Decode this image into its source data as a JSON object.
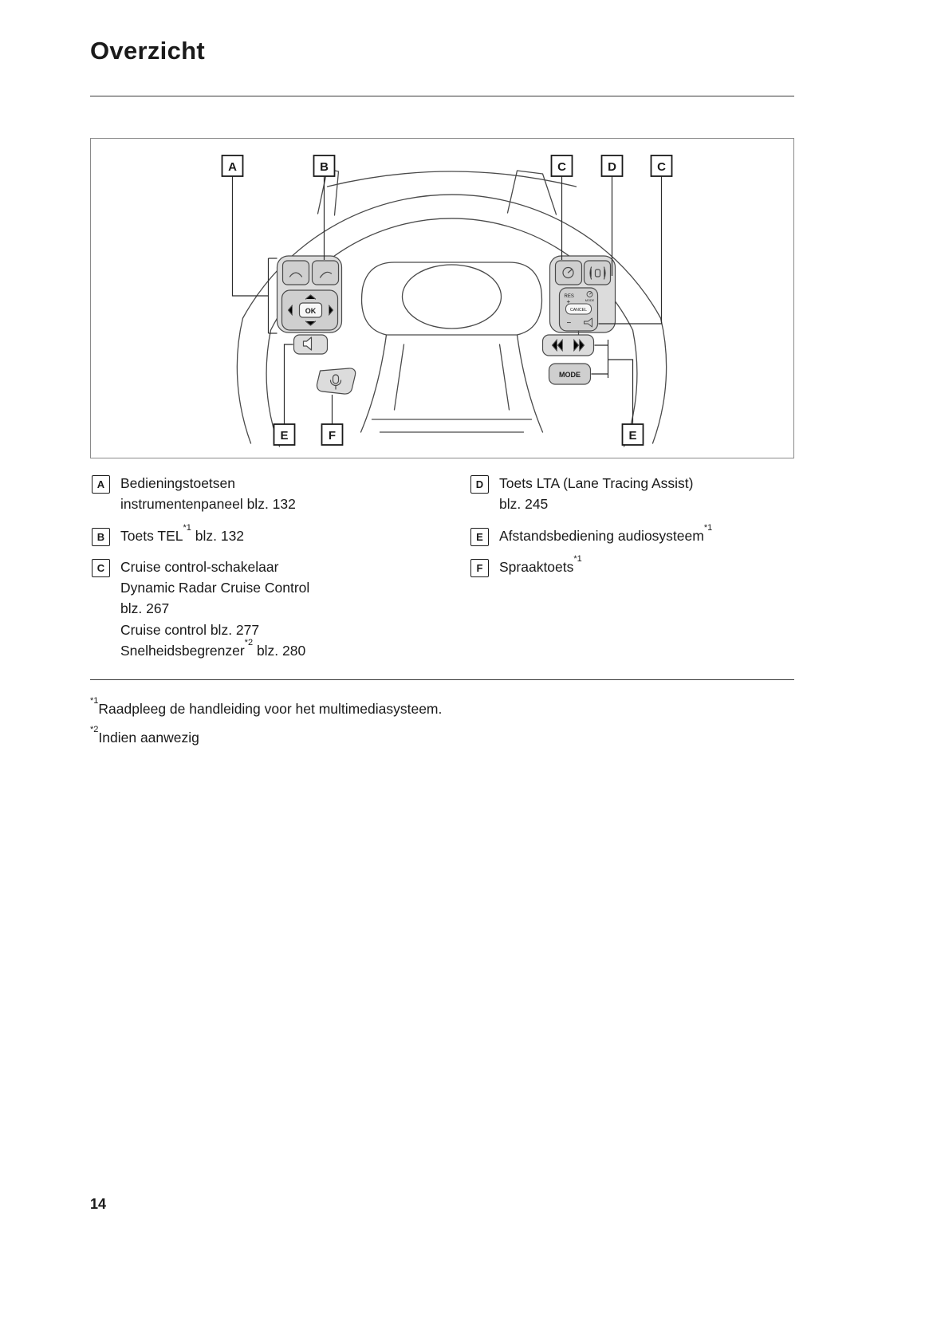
{
  "page": {
    "title": "Overzicht",
    "number": "14"
  },
  "colors": {
    "panel_gray": "#dcdcdc",
    "button_gray": "#cfcfcf",
    "diagram_line": "#4a4a4a"
  },
  "figure": {
    "callouts": {
      "a": "A",
      "b": "B",
      "c1": "C",
      "d": "D",
      "c2": "C",
      "e1": "E",
      "f": "F",
      "e2": "E"
    },
    "controls": {
      "ok": "OK",
      "mode": "MODE",
      "res": "RES",
      "plus": "+",
      "minus": "−",
      "cancel": "CANCEL"
    }
  },
  "legend": {
    "a": {
      "key": "A",
      "line1": "Bedieningstoetsen",
      "line2": "instrumentenpaneel blz. 132"
    },
    "b": {
      "key": "B",
      "pre": "Toets TEL",
      "sup": "*1",
      "post": " blz. 132"
    },
    "c": {
      "key": "C",
      "line1": "Cruise control-schakelaar",
      "line2": "Dynamic Radar Cruise Control",
      "line3": "blz. 267",
      "line4": "Cruise control blz. 277",
      "line5pre": "Snelheidsbegrenzer",
      "line5sup": "*2",
      "line5post": " blz. 280"
    },
    "d": {
      "key": "D",
      "line1": "Toets LTA (Lane Tracing Assist)",
      "line2": "blz. 245"
    },
    "e": {
      "key": "E",
      "pre": "Afstandsbediening audiosysteem",
      "sup": "*1"
    },
    "f": {
      "key": "F",
      "pre": "Spraaktoets",
      "sup": "*1"
    }
  },
  "footnotes": [
    {
      "sup": "*1",
      "text": "Raadpleeg de handleiding voor het multimediasysteem."
    },
    {
      "sup": "*2",
      "text": "Indien aanwezig"
    }
  ]
}
